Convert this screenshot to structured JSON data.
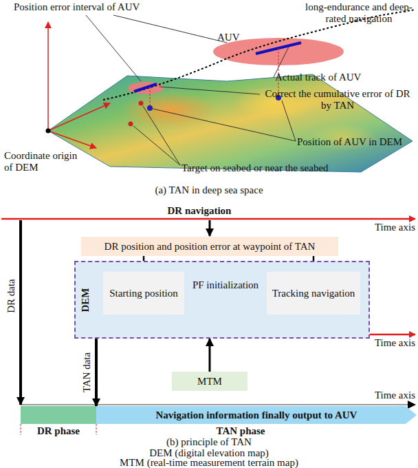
{
  "diagram": {
    "nodes": [
      {
        "text": [
          "DR position and position error at waypoint of TAN"
        ]
      },
      {
        "text": [
          "DEM"
        ]
      },
      {
        "text": [
          "Starting position"
        ],
        "in": 1
      },
      {
        "text": [
          "Tracking navigation"
        ],
        "in": 1
      },
      {
        "text": [
          "MTM"
        ]
      },
      {
        "text": [
          "Navigation information finally output to AUV"
        ]
      }
    ],
    "edges": [
      {
        "from": 0,
        "to": 2,
        "arrow": "to"
      },
      {
        "from": 0,
        "to": 3,
        "arrow": "to"
      },
      {
        "from": 2,
        "to": 3,
        "label": "PF initialization",
        "arrow": "to"
      },
      {
        "from": 4,
        "to": 1,
        "arrow": "to"
      },
      {
        "from": 1,
        "to": 5,
        "label": "TAN data",
        "arrow": "to"
      }
    ],
    "labels": [
      "Position error interval of AUV",
      "long-endurance and deep-rated navigation",
      "AUV",
      "Actual track of AUV",
      "Correct the cumulative error of DR by TAN",
      "Coordinate origin of DEM",
      "Position of AUV in DEM",
      "Target on seabed or near the seabed",
      "(a) TAN in deep sea space",
      "DR navigation",
      "Time axis",
      "DR data",
      "Time axis",
      "Time axis",
      "DR phase",
      "TAN phase",
      "(b) principle of TAN",
      "DEM (digital elevation map)",
      "MTM (real-time measurement terrain map)"
    ]
  }
}
